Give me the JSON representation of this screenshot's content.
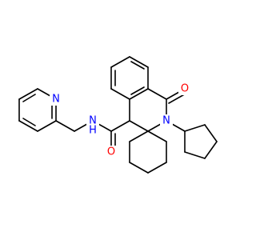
{
  "colors": {
    "background": "#ffffff",
    "bond": "#000000",
    "nitrogen": "#0000ff",
    "oxygen": "#ff0000"
  },
  "labels": {
    "amide_nitrogen": "N",
    "amide_hydrogen": "H",
    "ring_nitrogen": "N",
    "pyridine_nitrogen": "N",
    "amide_oxygen": "O",
    "lactam_oxygen": "O"
  }
}
